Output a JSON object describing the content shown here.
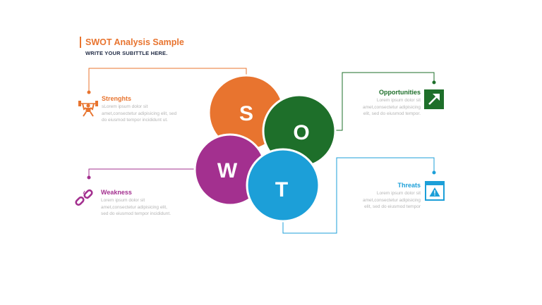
{
  "header": {
    "title": "SWOT Analysis Sample",
    "subtitle": "WRITE YOUR SUBITTLE HERE."
  },
  "colors": {
    "strengths": "#e8742f",
    "weakness": "#a3308f",
    "opportunities": "#1e6f2a",
    "threats": "#1c9fd8"
  },
  "circles": {
    "s": "S",
    "w": "W",
    "o": "O",
    "t": "T"
  },
  "strengths": {
    "label": "Strenghts",
    "icon": "weightlifter-icon",
    "lines": [
      "sLorem ipsum dolor sit",
      "amet,consectetur adipisicing elit, sed",
      "do eiusmod tempor incididunt ut."
    ]
  },
  "weakness": {
    "label": "Weakness",
    "icon": "broken-chain-icon",
    "lines": [
      "Lorem ipsum dolor sit",
      "amet,consectetur adipisicing elit,",
      "sed do eiusmod tempor incididunt."
    ]
  },
  "opportunities": {
    "label": "Opportunities",
    "icon": "arrow-up-right-icon",
    "lines": [
      "Lorem ipsum dolor sit",
      "amet,consectetur adipisicing",
      "elit, sed do eiusmod tempor."
    ]
  },
  "threats": {
    "label": "Threats",
    "icon": "warning-window-icon",
    "lines": [
      "Lorem ipsum dolor sit",
      "amet,consectetur adipisicing",
      "elit, sed do eiusmod tempor"
    ]
  }
}
